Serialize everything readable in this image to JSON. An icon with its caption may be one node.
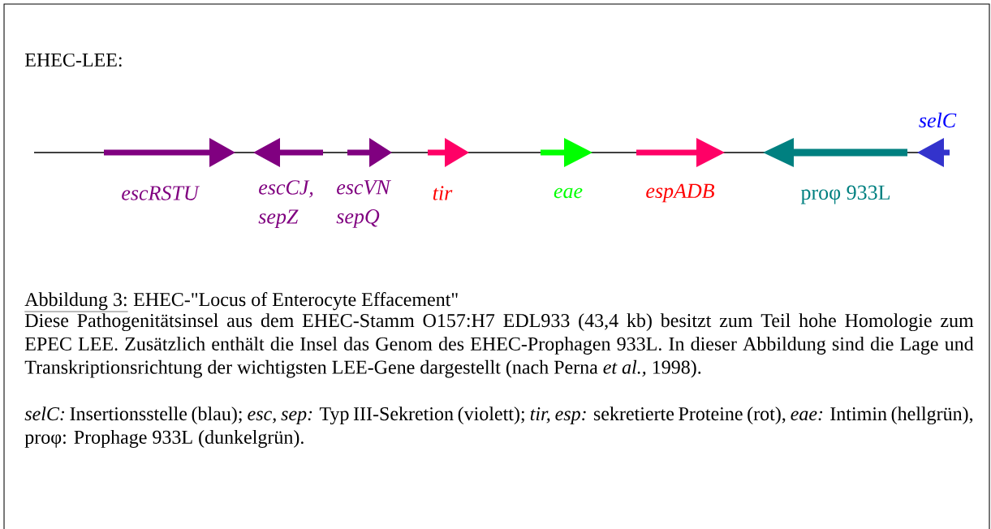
{
  "diagram": {
    "title": "EHEC-LEE:",
    "labels": [
      "selC",
      "escRSTU",
      "escCJ, sepZ",
      "escVN sepQ",
      "tir",
      "eae",
      "espADB",
      "proφ 933L",
      "Abbildung 3:",
      "EHEC-\"Locus of Enterocyte Effacement\"",
      "Diese Pathogenitätsinsel aus dem EHEC-Stamm O157:H7 EDL933 (43,4 kb) besitzt zum Teil hohe Homologie zum EPEC LEE. Zusätzlich enthält die Insel das Genom des EHEC-Prophagen 933L. In dieser Abbildung sind die Lage und Transkriptionsrichtung der wichtigsten LEE-Gene dargestellt (nach Perna *et al.,* 1998).",
      "*selC:* Insertionsstelle (blau); *esc, sep:* Typ III-Sekretion (violett); *tir, esp:* sekretierte Proteine (rot), *eae:* Intimin (hellgrün),  proφ: Prophage 933L (dunkelgrün)."
    ]
  }
}
